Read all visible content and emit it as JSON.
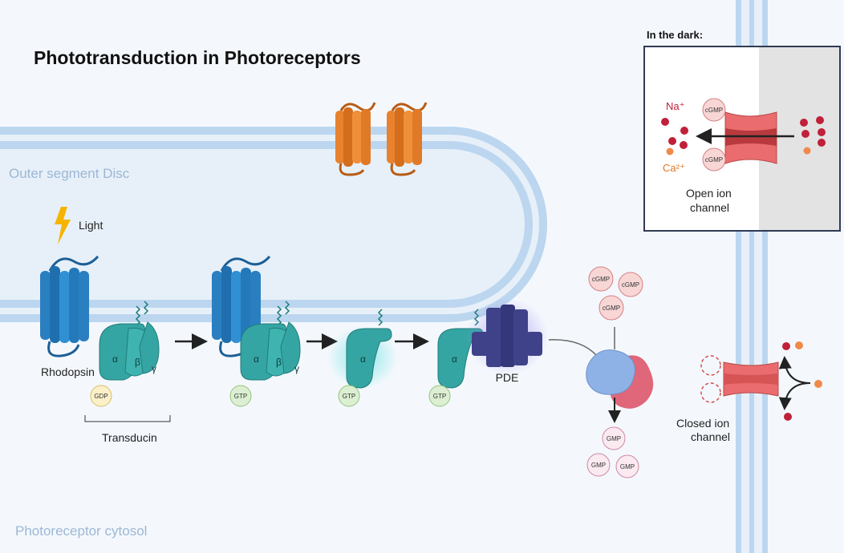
{
  "title": "Phototransduction in Photoreceptors",
  "regions": {
    "disc": "Outer segment Disc",
    "cytosol": "Photoreceptor cytosol"
  },
  "labels": {
    "light": "Light",
    "rhodopsin": "Rhodopsin",
    "transducin": "Transducin",
    "pde": "PDE"
  },
  "subunits": {
    "alpha": "α",
    "beta": "β",
    "gamma": "γ"
  },
  "nucleotides": {
    "gdp": "GDP",
    "gtp": "GTP",
    "cgmp": "cGMP",
    "gmp": "GMP"
  },
  "dark_panel": {
    "heading": "In the dark:",
    "na": "Na⁺",
    "ca": "Ca²⁺",
    "open_line1": "Open ion",
    "open_line2": "channel"
  },
  "closed_channel": {
    "line1": "Closed ion",
    "line2": "channel"
  },
  "colors": {
    "background": "#f4f8fd",
    "membrane": "#bcd6ef",
    "rhodopsin": "#2a7fc1",
    "opsin_orange": "#e8822f",
    "transducin": "#35a5a3",
    "pde": "#3f4289",
    "channel": "#ea6c6e",
    "cgmp_circle": "#f8d6d6",
    "gtp_circle": "#dcefd2",
    "gdp_circle": "#fbf0c8",
    "na_ion": "#c0203a",
    "ca_ion": "#f08a4b"
  }
}
